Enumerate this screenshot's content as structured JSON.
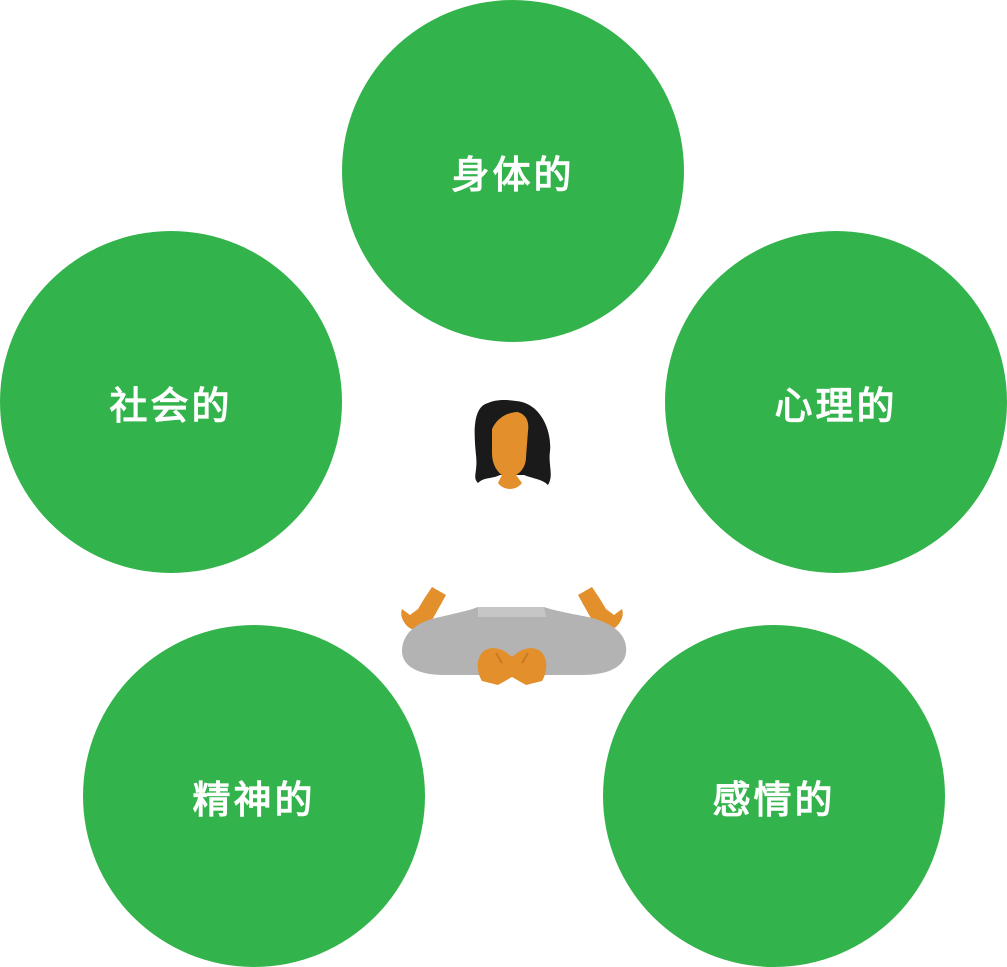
{
  "diagram": {
    "circles": [
      {
        "id": "top",
        "label": "身体的"
      },
      {
        "id": "left",
        "label": "社会的"
      },
      {
        "id": "right",
        "label": "心理的"
      },
      {
        "id": "bleft",
        "label": "精神的"
      },
      {
        "id": "bright",
        "label": "感情的"
      }
    ],
    "circle_color": "#33b34b",
    "label_color": "#ffffff",
    "figure": {
      "icon": "meditating-person-icon",
      "skin_color": "#e28f2c",
      "hair_color": "#1a1a1a",
      "pants_color": "#b3b3b3",
      "shirt_color": "#ffffff"
    }
  }
}
